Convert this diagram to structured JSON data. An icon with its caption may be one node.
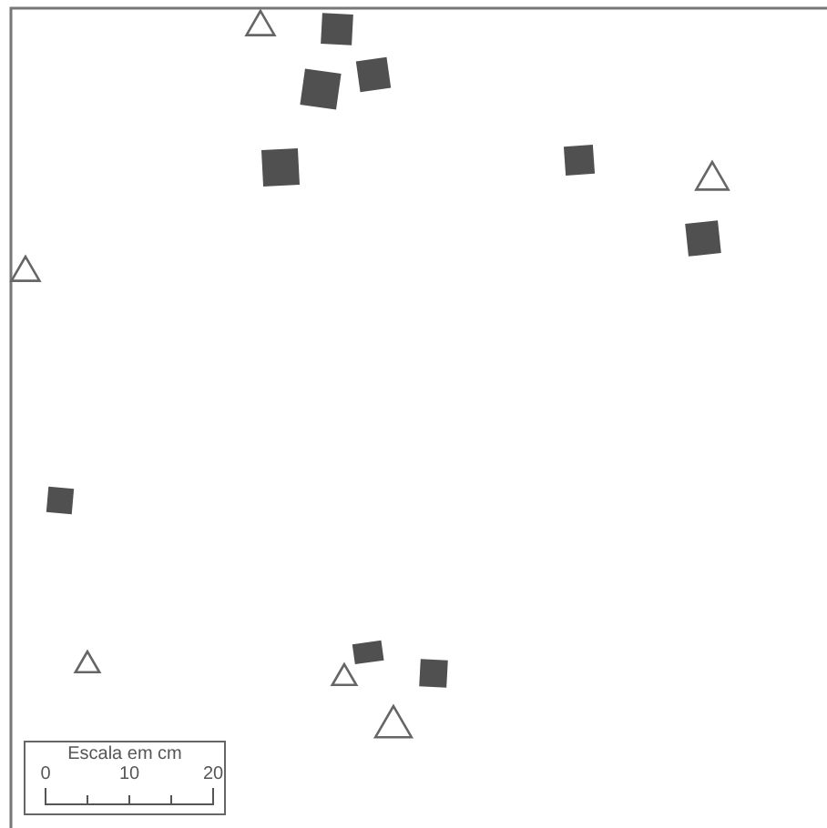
{
  "diagram": {
    "labels": [
      "Escala em cm",
      "0",
      "10",
      "20"
    ]
  }
}
